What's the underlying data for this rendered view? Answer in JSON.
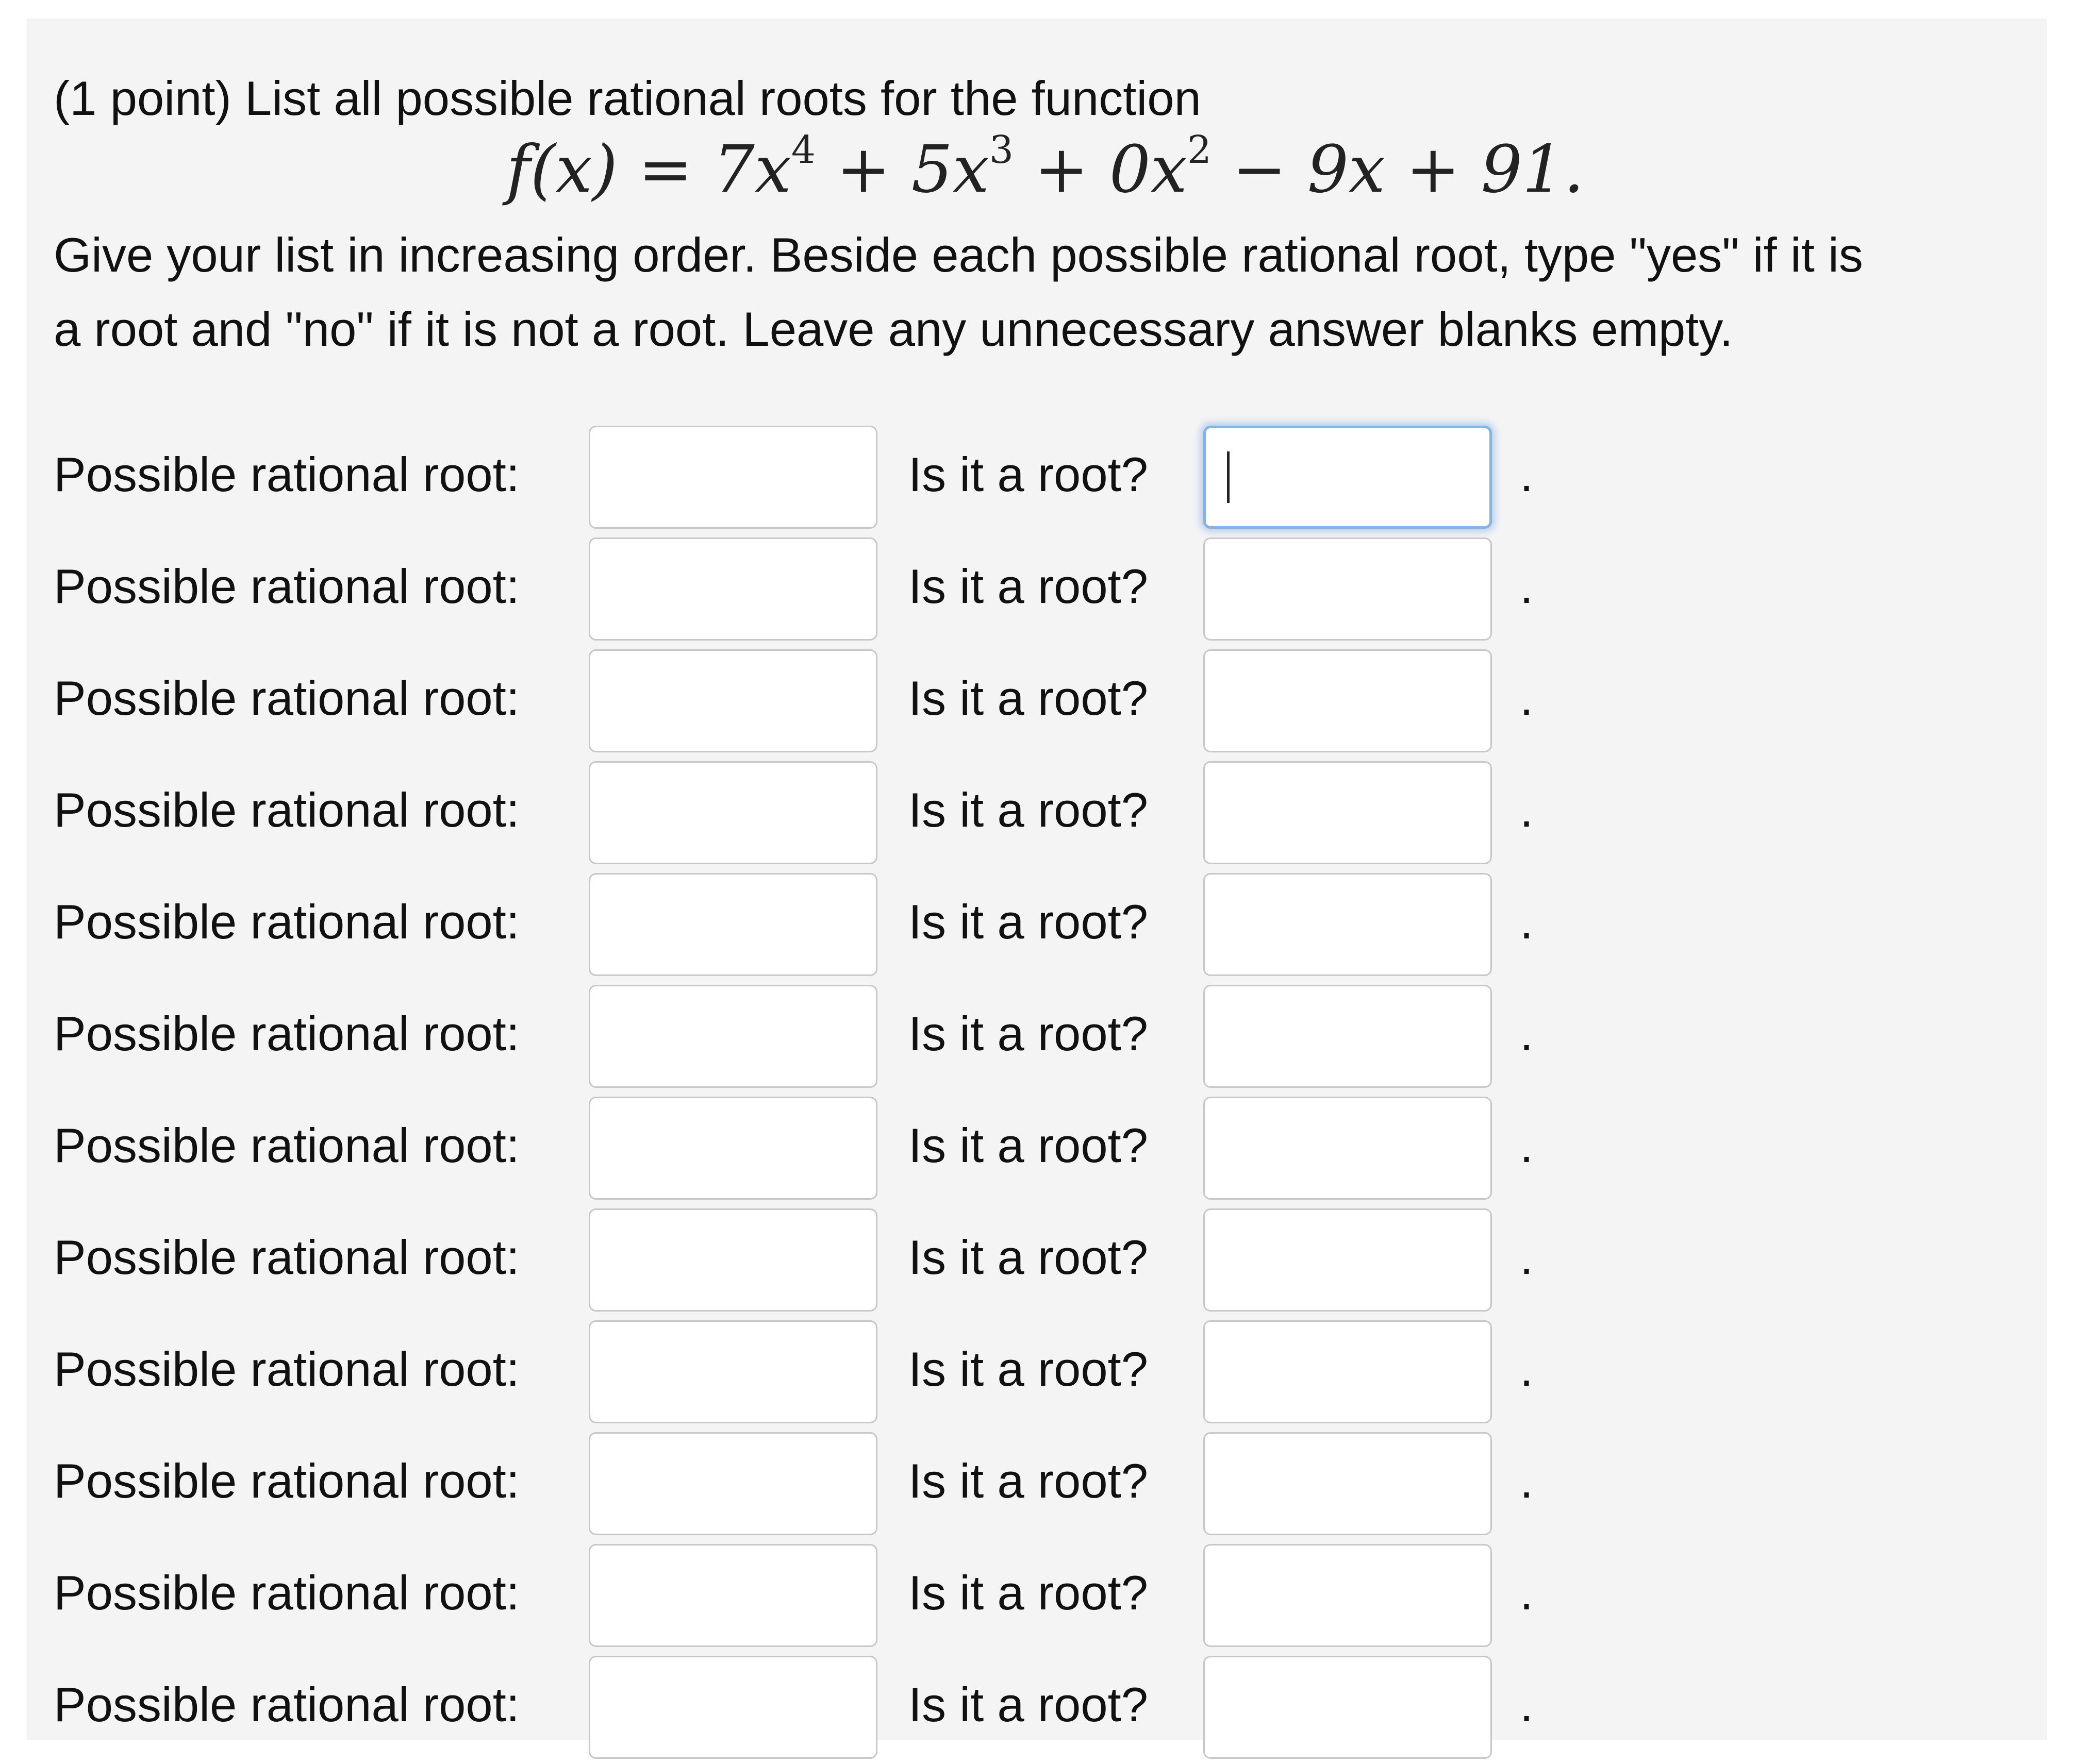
{
  "question": {
    "intro": "(1 point) List all possible rational roots for the function",
    "formula": {
      "lhs": "f(x) = 7x",
      "exp1": "4",
      "t2": " + 5x",
      "exp2": "3",
      "t3": " + 0x",
      "exp3": "2",
      "tail": " − 9x + 91."
    },
    "instructions_line1": "Give your list in increasing order. Beside each possible rational root, type \"yes\" if it is",
    "instructions_line2": "a root and \"no\" if it is not a root. Leave any unnecessary answer blanks empty."
  },
  "rows": [
    {
      "root_label": "Possible rational root:",
      "root_value": "",
      "is_root_label": "Is it a root?",
      "is_root_value": "",
      "punct": "."
    },
    {
      "root_label": "Possible rational root:",
      "root_value": "",
      "is_root_label": "Is it a root?",
      "is_root_value": "",
      "punct": "."
    },
    {
      "root_label": "Possible rational root:",
      "root_value": "",
      "is_root_label": "Is it a root?",
      "is_root_value": "",
      "punct": "."
    },
    {
      "root_label": "Possible rational root:",
      "root_value": "",
      "is_root_label": "Is it a root?",
      "is_root_value": "",
      "punct": "."
    },
    {
      "root_label": "Possible rational root:",
      "root_value": "",
      "is_root_label": "Is it a root?",
      "is_root_value": "",
      "punct": "."
    },
    {
      "root_label": "Possible rational root:",
      "root_value": "",
      "is_root_label": "Is it a root?",
      "is_root_value": "",
      "punct": "."
    },
    {
      "root_label": "Possible rational root:",
      "root_value": "",
      "is_root_label": "Is it a root?",
      "is_root_value": "",
      "punct": "."
    },
    {
      "root_label": "Possible rational root:",
      "root_value": "",
      "is_root_label": "Is it a root?",
      "is_root_value": "",
      "punct": "."
    },
    {
      "root_label": "Possible rational root:",
      "root_value": "",
      "is_root_label": "Is it a root?",
      "is_root_value": "",
      "punct": "."
    },
    {
      "root_label": "Possible rational root:",
      "root_value": "",
      "is_root_label": "Is it a root?",
      "is_root_value": "",
      "punct": "."
    },
    {
      "root_label": "Possible rational root:",
      "root_value": "",
      "is_root_label": "Is it a root?",
      "is_root_value": "",
      "punct": "."
    },
    {
      "root_label": "Possible rational root:",
      "root_value": "",
      "is_root_label": "Is it a root?",
      "is_root_value": "",
      "punct": "."
    }
  ],
  "colors": {
    "panel_background": "#f4f4f4",
    "input_border": "#c8c8c8",
    "focus_ring": "#86b3e3"
  }
}
